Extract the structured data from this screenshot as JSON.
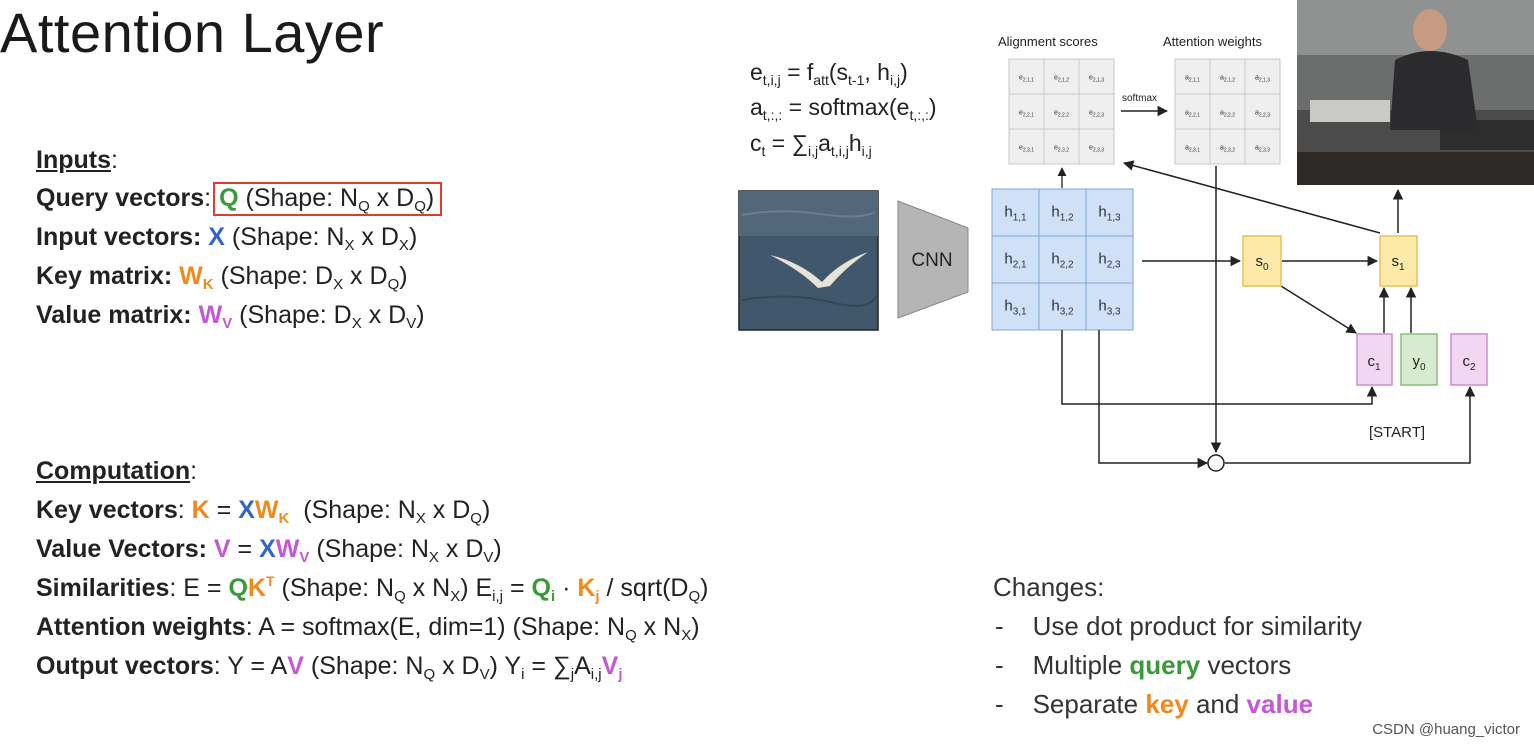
{
  "title": "Attention Layer",
  "inputs": {
    "header": "Inputs",
    "query_label": "Query vectors",
    "query_sym": "Q",
    "query_shape": "(Shape: N",
    "query_shape_sub1": "Q",
    "query_shape_mid": " x D",
    "query_shape_sub2": "Q",
    "query_shape_end": ")",
    "input_label": "Input vectors:",
    "input_sym": "X",
    "input_shape": "(Shape: N",
    "input_sub1": "X",
    "input_mid": " x D",
    "input_sub2": "X",
    "input_end": ")",
    "key_label": "Key matrix:",
    "key_sym": "W",
    "key_sym_sub": "K",
    "key_shape": "(Shape: D",
    "key_sub1": "X",
    "key_mid": " x D",
    "key_sub2": "Q",
    "key_end": ")",
    "value_label": "Value matrix:",
    "value_sym": "W",
    "value_sym_sub": "V",
    "value_shape": "(Shape: D",
    "value_sub1": "X",
    "value_mid": " x D",
    "value_sub2": "V",
    "value_end": ")"
  },
  "computation": {
    "header": "Computation",
    "kv_label": "Key vectors",
    "kv_k": "K",
    "kv_eq": " = ",
    "kv_x": "X",
    "kv_w": "W",
    "kv_wsub": "K",
    "kv_shape": "(Shape: N",
    "kv_sub1": "X",
    "kv_mid": " x D",
    "kv_sub2": "Q",
    "kv_end": ")",
    "vv_label": "Value Vectors:",
    "vv_v": "V",
    "vv_eq": " = ",
    "vv_x": "X",
    "vv_w": "W",
    "vv_wsub": "V",
    "vv_shape": "(Shape: N",
    "vv_sub1": "X",
    "vv_mid": " x D",
    "vv_sub2": "V",
    "vv_end": ")",
    "sim_label": "Similarities",
    "sim_e": ": E = ",
    "sim_q": "Q",
    "sim_k": "K",
    "sim_t": "T",
    "sim_shape": "(Shape: N",
    "sim_sub1": "Q",
    "sim_mid": " x N",
    "sim_sub2": "X",
    "sim_end": ") E",
    "sim_eij": "i,j",
    "sim_eq2": " = ",
    "sim_qi": "Q",
    "sim_qisub": "i",
    "sim_dot": " · ",
    "sim_kj": "K",
    "sim_kjsub": "j",
    "sim_tail": " / sqrt(D",
    "sim_tailsub": "Q",
    "sim_close": ")",
    "aw_label": "Attention weights",
    "aw_formula": ": A = softmax(E, dim=1)  (Shape: N",
    "aw_sub1": "Q",
    "aw_mid": " x N",
    "aw_sub2": "X",
    "aw_end": ")",
    "ov_label": "Output vectors",
    "ov_formula": ": Y = A",
    "ov_v": "V",
    "ov_shape": "(Shape: N",
    "ov_sub1": "Q",
    "ov_mid": " x D",
    "ov_sub2": "V",
    "ov_end": ") Y",
    "ov_yi": "i",
    "ov_sum": " = ∑",
    "ov_sumsub": "j",
    "ov_a": "A",
    "ov_asub": "i,j",
    "ov_vj": "V",
    "ov_vjsub": "j"
  },
  "equations": {
    "e1_a": "e",
    "e1_asub": "t,i,j",
    "e1_b": " = f",
    "e1_bsub": "att",
    "e1_c": "(s",
    "e1_csub": "t-1",
    "e1_d": ", h",
    "e1_dsub": "i,j",
    "e1_e": ")",
    "e2_a": "a",
    "e2_asub": "t,:,:",
    "e2_b": " = softmax(e",
    "e2_bsub": "t,:,:",
    "e2_c": ")",
    "e3_a": "c",
    "e3_asub": "t",
    "e3_b": " = ∑",
    "e3_bsub": "i,j",
    "e3_c": "a",
    "e3_csub": "t,i,j",
    "e3_d": "h",
    "e3_dsub": "i,j"
  },
  "diagram": {
    "alignment_label": "Alignment scores",
    "attention_label": "Attention weights",
    "softmax_label": "softmax",
    "cnn_label": "CNN",
    "e_cells": [
      "e2,1,1",
      "e2,1,2",
      "e2,1,3",
      "e2,2,1",
      "e2,2,2",
      "e2,2,3",
      "e2,3,1",
      "e2,3,2",
      "e2,3,3"
    ],
    "a_cells": [
      "a2,1,1",
      "a2,1,2",
      "a2,1,3",
      "a2,2,1",
      "a2,2,2",
      "a2,2,3",
      "a2,3,1",
      "a2,3,2",
      "a2,3,3"
    ],
    "h_cells": [
      {
        "b": "h",
        "s": "1,1"
      },
      {
        "b": "h",
        "s": "1,2"
      },
      {
        "b": "h",
        "s": "1,3"
      },
      {
        "b": "h",
        "s": "2,1"
      },
      {
        "b": "h",
        "s": "2,2"
      },
      {
        "b": "h",
        "s": "2,3"
      },
      {
        "b": "h",
        "s": "3,1"
      },
      {
        "b": "h",
        "s": "3,2"
      },
      {
        "b": "h",
        "s": "3,3"
      }
    ],
    "s0_base": "s",
    "s0_sub": "0",
    "s1_base": "s",
    "s1_sub": "1",
    "c1_base": "c",
    "c1_sub": "1",
    "y0_base": "y",
    "y0_sub": "0",
    "c2_base": "c",
    "c2_sub": "2",
    "start_label": "[START]",
    "colors": {
      "h_fill": "#cfe0f7",
      "h_stroke": "#7fa6d9",
      "s_fill": "#fde9a8",
      "s_stroke": "#e3c25a",
      "c_fill": "#f2d6f2",
      "c_stroke": "#c98fd0",
      "y_fill": "#d6ebcf",
      "y_stroke": "#8cbf7c",
      "grid_fill": "#efefef",
      "grid_stroke": "#c8c8c8"
    }
  },
  "changes": {
    "header": "Changes:",
    "dash": "-",
    "item1": "Use dot product for similarity",
    "item2_a": "Multiple ",
    "item2_b": "query",
    "item2_c": " vectors",
    "item3_a": "Separate ",
    "item3_b": "key",
    "item3_c": " and ",
    "item3_d": "value"
  },
  "watermark": "CSDN @huang_victor"
}
